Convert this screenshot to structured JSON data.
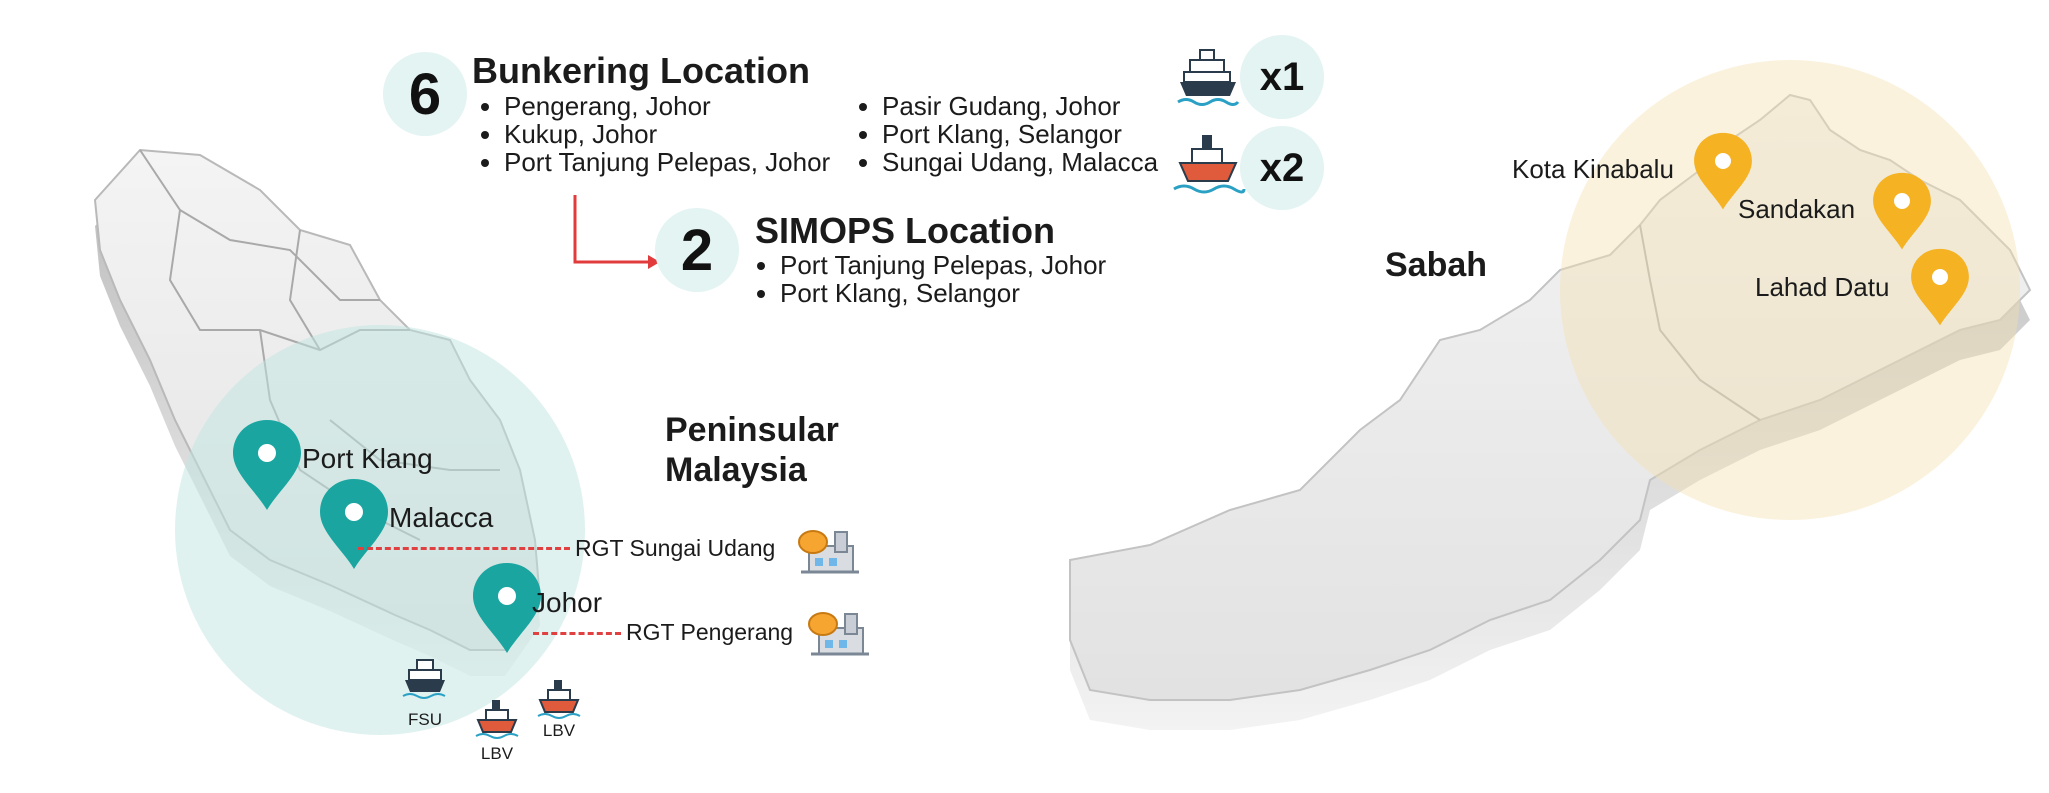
{
  "bunkering": {
    "count": "6",
    "title": "Bunkering Location",
    "locations_col1": [
      "Pengerang, Johor",
      "Kukup, Johor",
      "Port Tanjung Pelepas, Johor"
    ],
    "locations_col2": [
      "Pasir Gudang, Johor",
      "Port Klang, Selangor",
      "Sungai Udang, Malacca"
    ]
  },
  "simops": {
    "count": "2",
    "title": "SIMOPS Location",
    "locations": [
      "Port Tanjung Pelepas, Johor",
      "Port Klang, Selangor"
    ]
  },
  "vessels": {
    "fsu_multiplier": "x1",
    "lbv_multiplier": "x2"
  },
  "peninsular": {
    "region_line1": "Peninsular",
    "region_line2": "Malaysia",
    "pins": [
      "Port Klang",
      "Malacca",
      "Johor"
    ],
    "terminals": [
      "RGT Sungai Udang",
      "RGT Pengerang"
    ],
    "vessel_labels": [
      "FSU",
      "LBV",
      "LBV"
    ]
  },
  "sabah": {
    "region": "Sabah",
    "pins": [
      "Kota Kinabalu",
      "Sandakan",
      "Lahad Datu"
    ]
  },
  "colors": {
    "teal_pin": "#1aa5a0",
    "yellow_pin": "#f5b223",
    "teal_zone": "#d9f0ee",
    "sand_zone": "#f8edd4",
    "dashed_line": "#e04040",
    "badge_bg": "#e3f4f2"
  }
}
